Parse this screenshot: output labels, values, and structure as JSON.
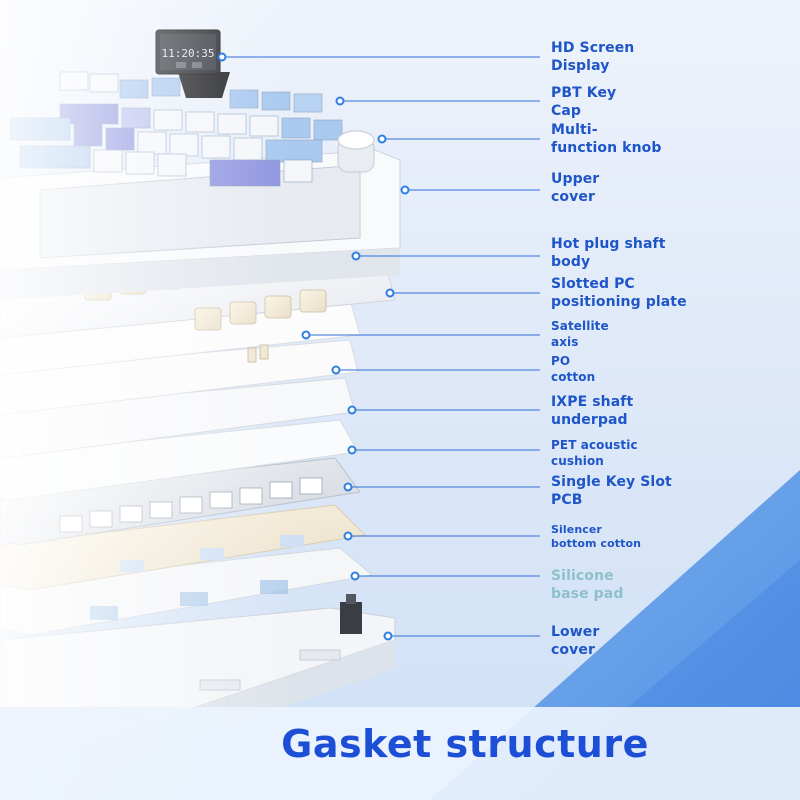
{
  "screen": {
    "time": "11:20:35"
  },
  "labels": [
    {
      "id": "hd-screen",
      "text": "HD Screen\nDisplay"
    },
    {
      "id": "pbt-key-cap",
      "text": "PBT Key\nCap"
    },
    {
      "id": "multi-function-knob",
      "text": "Multi-\nfunction knob"
    },
    {
      "id": "upper-cover",
      "text": "Upper\ncover"
    },
    {
      "id": "hot-plug-shaft-body",
      "text": "Hot plug shaft\nbody"
    },
    {
      "id": "slotted-pc-positioning-plate",
      "text": "Slotted PC\npositioning plate"
    },
    {
      "id": "satellite-axis",
      "text": "Satellite\naxis"
    },
    {
      "id": "po-cotton",
      "text": "PO\ncotton"
    },
    {
      "id": "ixpe-shaft-underpad",
      "text": "IXPE shaft\nunderpad"
    },
    {
      "id": "pet-acoustic-cushion",
      "text": "PET acoustic\ncushion"
    },
    {
      "id": "single-key-slot-pcb",
      "text": "Single Key Slot\nPCB"
    },
    {
      "id": "silencer-bottom-cotton",
      "text": "Silencer\nbottom cotton"
    },
    {
      "id": "silicone-base-pad",
      "text": "Silicone\nbase pad"
    },
    {
      "id": "lower-cover",
      "text": "Lower\ncover"
    }
  ],
  "footer": {
    "title": "Gasket structure"
  },
  "colors": {
    "accent": "#1e55c9",
    "leader_line": "#2f6fd8",
    "dot": "#2f7fe0",
    "keycap_blue": "#a9c9ef",
    "keycap_purple": "#8f95e0",
    "keycap_white": "#f4f6fa"
  }
}
